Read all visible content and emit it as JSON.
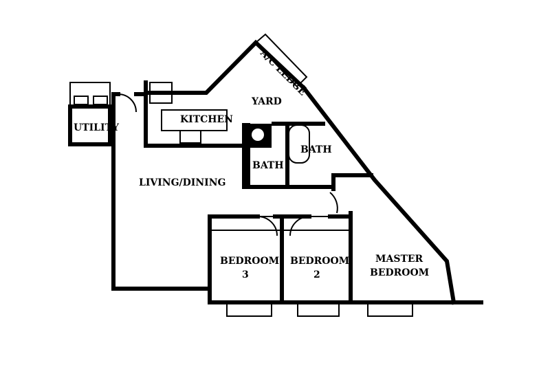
{
  "rooms": {
    "utility": "UTILITY",
    "kitchen": "KITCHEN",
    "yard": "YARD",
    "ac_ledge": "A/C LEDGE",
    "bath_1": "BATH",
    "bath_2": "BATH",
    "living_dining": "LIVING/DINING",
    "bedroom_3_line1": "BEDROOM",
    "bedroom_3_line2": "3",
    "bedroom_2_line1": "BEDROOM",
    "bedroom_2_line2": "2",
    "master_line1": "MASTER",
    "master_line2": "BEDROOM"
  }
}
